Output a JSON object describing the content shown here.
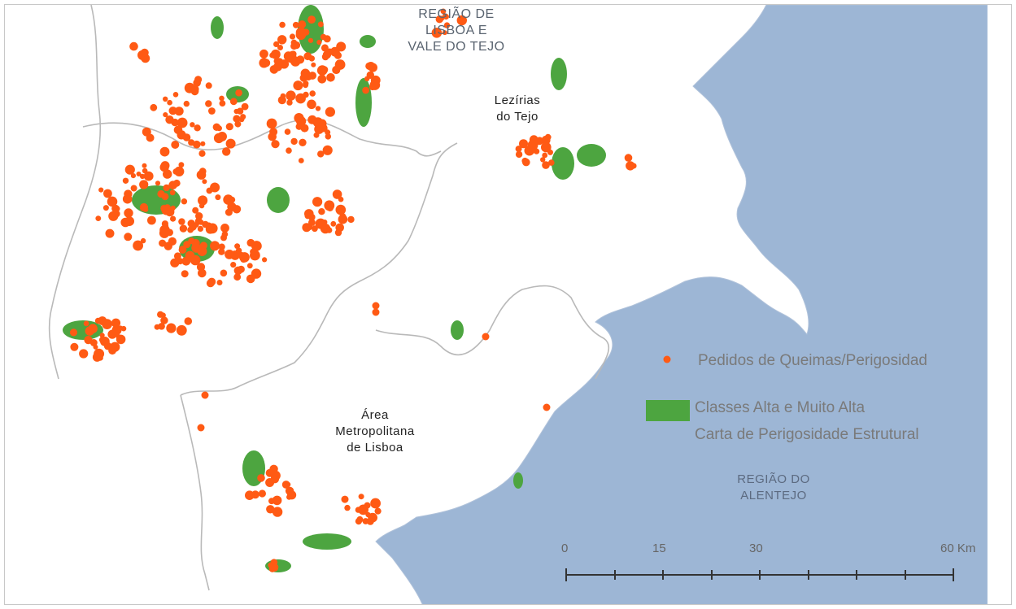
{
  "colors": {
    "ocean": "#9db6d5",
    "land": "#ffffff",
    "boundary": "#b9b9b9",
    "burn_request_point": "#ff5a14",
    "hazard_class": "#4da540",
    "text": "#7a7a7a"
  },
  "labels": {
    "region_lisboa_line1": "REGIÃO DE",
    "region_lisboa_line2": "LISBOA E",
    "region_lisboa_line3": "VALE DO TEJO",
    "leziria_line1": "Lezírias",
    "leziria_line2": "do Tejo",
    "aml_line1": "Área",
    "aml_line2": "Metropolitana",
    "aml_line3": "de Lisboa",
    "alentejo_line1": "REGIÃO DO",
    "alentejo_line2": "ALENTEJO"
  },
  "legend": {
    "points_label": "Pedidos de Queimas/Perigosidad",
    "hazard_label_line1": "Classes Alta e Muito Alta",
    "hazard_label_line2": "Carta de Perigosidade Estrutural"
  },
  "scale_bar": {
    "ticks": [
      "0",
      "15",
      "30",
      "60 Km"
    ]
  }
}
